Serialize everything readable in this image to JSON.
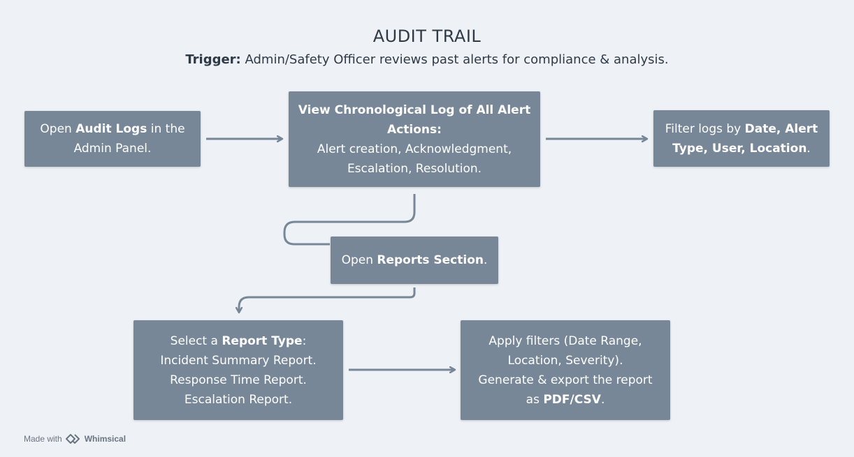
{
  "title": "AUDIT TRAIL",
  "subtitle": {
    "bold": "Trigger:",
    "text": " Admin/Safety Officer reviews past alerts for compliance & analysis."
  },
  "nodes": {
    "open_audit_logs": {
      "parts": [
        {
          "t": "Open ",
          "b": false
        },
        {
          "t": "Audit Logs",
          "b": true
        },
        {
          "t": " in the",
          "b": false
        }
      ],
      "line2": "Admin Panel."
    },
    "view_log": {
      "heading1": "View Chronological Log of All Alert",
      "heading2": "Actions:",
      "line3": "Alert creation, Acknowledgment,",
      "line4": "Escalation, Resolution."
    },
    "filter_logs": {
      "prefix": "Filter logs by ",
      "bold1": "Date, Alert",
      "bold2": "Type, User, Location",
      "suffix": "."
    },
    "open_reports": {
      "prefix": "Open ",
      "bold": "Reports Section",
      "suffix": "."
    },
    "select_report": {
      "prefix": "Select a ",
      "bold": "Report Type",
      "suffix": ":",
      "line2": "Incident Summary Report.",
      "line3": "Response Time Report.",
      "line4": "Escalation Report."
    },
    "apply_filters": {
      "line1": "Apply filters (Date Range,",
      "line2": "Location, Severity).",
      "line3": "Generate & export the report",
      "line4_prefix": "as ",
      "line4_bold": "PDF/CSV",
      "line4_suffix": "."
    }
  },
  "footer": {
    "made_with": "Made with",
    "brand": "Whimsical"
  },
  "colors": {
    "background": "#eef2f6",
    "node_fill": "#778797",
    "node_text": "#ffffff",
    "edge": "#778797",
    "title_text": "#2f3a46"
  }
}
